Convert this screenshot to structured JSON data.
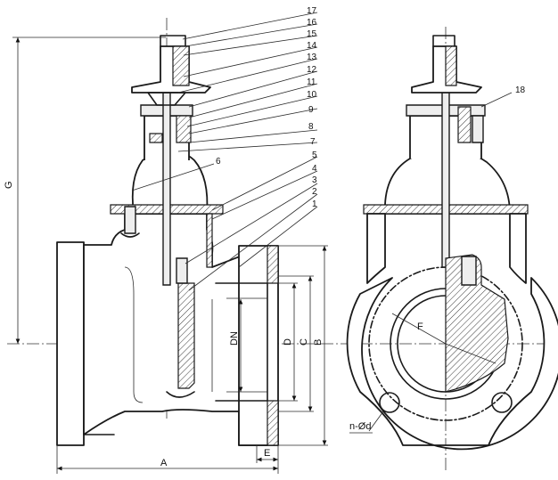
{
  "part_numbers": [
    "17",
    "16",
    "15",
    "14",
    "13",
    "12",
    "11",
    "10",
    "9",
    "8",
    "7",
    "6",
    "5",
    "4",
    "3",
    "2",
    "1",
    "18"
  ],
  "dimensions": {
    "G": "G",
    "A": "A",
    "E": "E",
    "DN": "DN",
    "D": "D",
    "C": "C",
    "B": "B",
    "F": "F",
    "holes": "n-Ød"
  }
}
